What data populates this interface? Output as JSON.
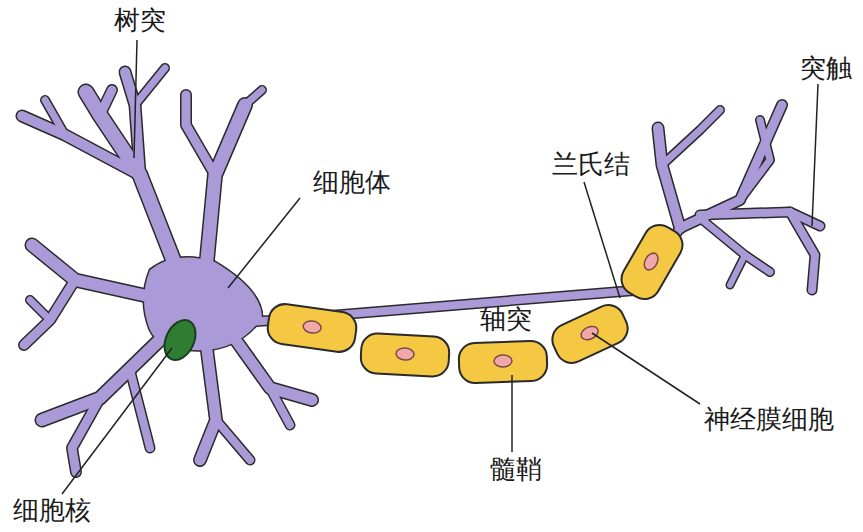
{
  "diagram": {
    "labels": [
      "树突",
      "突触",
      "兰氏结",
      "细胞体",
      "轴突",
      "神经膜细胞",
      "髓鞘",
      "细胞核"
    ]
  }
}
